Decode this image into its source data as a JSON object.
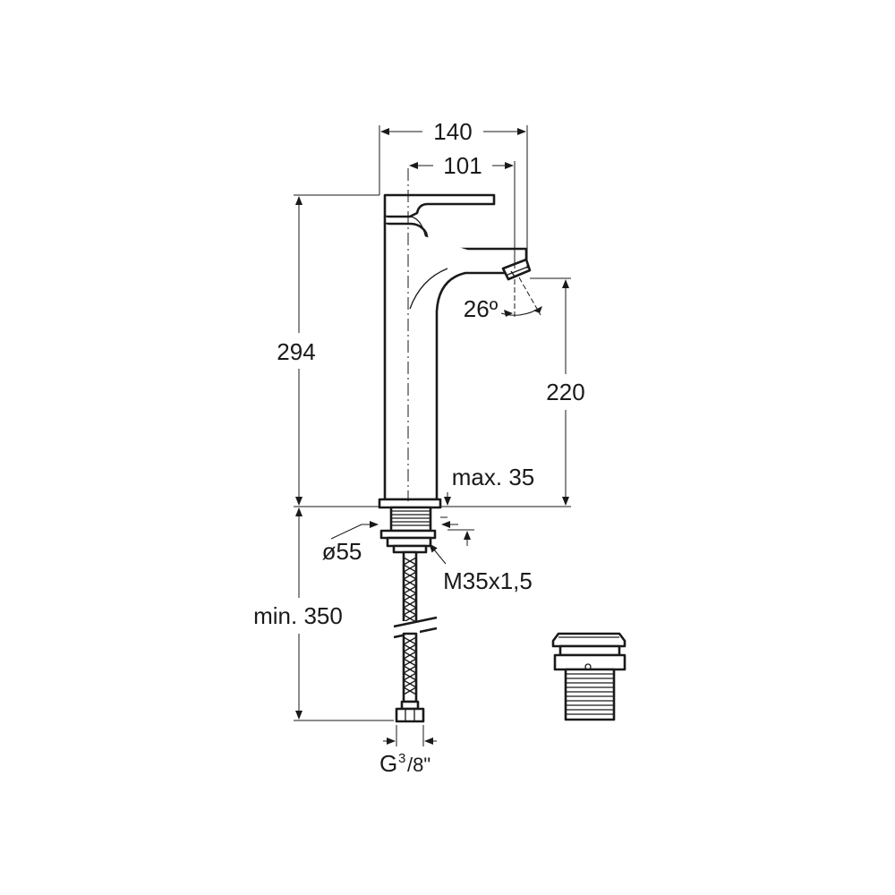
{
  "drawing": {
    "dims": {
      "width_total": "140",
      "spout_reach": "101",
      "height_total": "294",
      "spout_height": "220",
      "spout_angle": "26º",
      "max_thickness": "max. 35",
      "base_diameter": "ø55",
      "thread": "M35x1,5",
      "min_hose": "min. 350",
      "connection_g": "G",
      "connection_num": "3",
      "connection_den": "/8\""
    }
  }
}
